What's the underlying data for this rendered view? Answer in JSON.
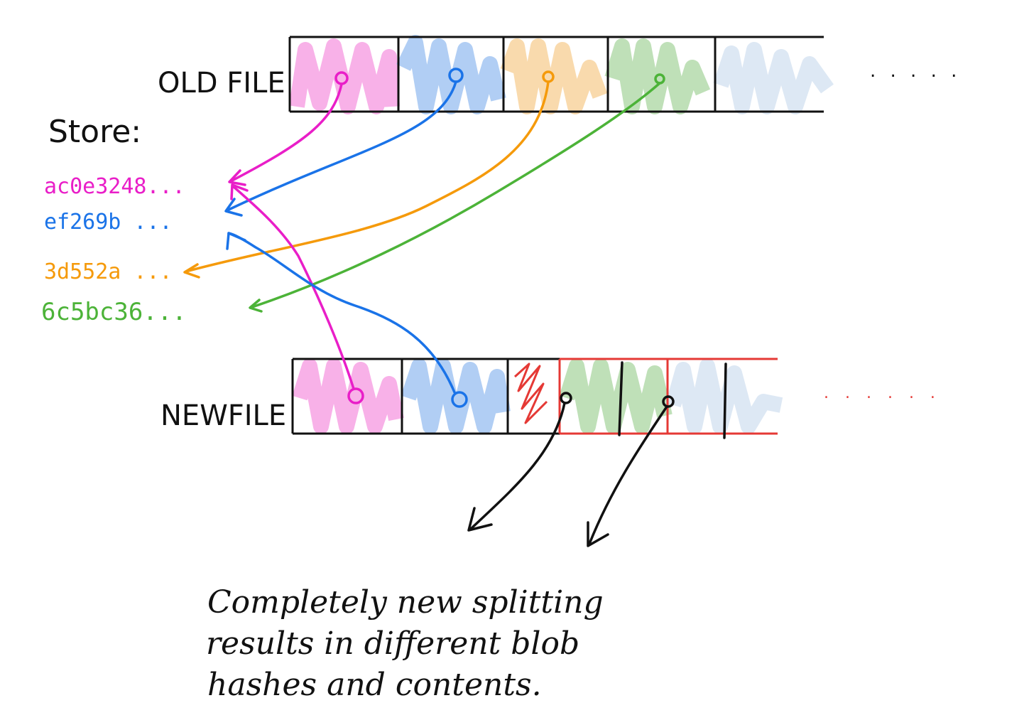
{
  "old_file": {
    "label": "OLD FILE",
    "chunk_colors": [
      "#f7a8e6",
      "#a9c9f3",
      "#f8d6a4",
      "#b8ddb0",
      "#d9e6f3"
    ],
    "trailing": ". . . . ."
  },
  "new_file": {
    "label": "NEWFILE",
    "chunk_colors": [
      "#f7a8e6",
      "#a9c9f3",
      "#e53935",
      "#b8ddb0",
      "#d9e6f3"
    ],
    "trailing": ". . . . . ."
  },
  "store": {
    "title": "Store:",
    "hashes": [
      {
        "text": "ac0e3248...",
        "color": "#e91ec8"
      },
      {
        "text": "ef269b ...",
        "color": "#1a73e8"
      },
      {
        "text": "3d552a ...",
        "color": "#f59a0b"
      },
      {
        "text": "6c5bc36...",
        "color": "#4cb338"
      }
    ]
  },
  "note": {
    "lines": [
      "Completely new splitting",
      "results in different blob",
      "hashes and contents."
    ]
  },
  "colors": {
    "ink": "#111111",
    "red_border": "#e53935"
  }
}
